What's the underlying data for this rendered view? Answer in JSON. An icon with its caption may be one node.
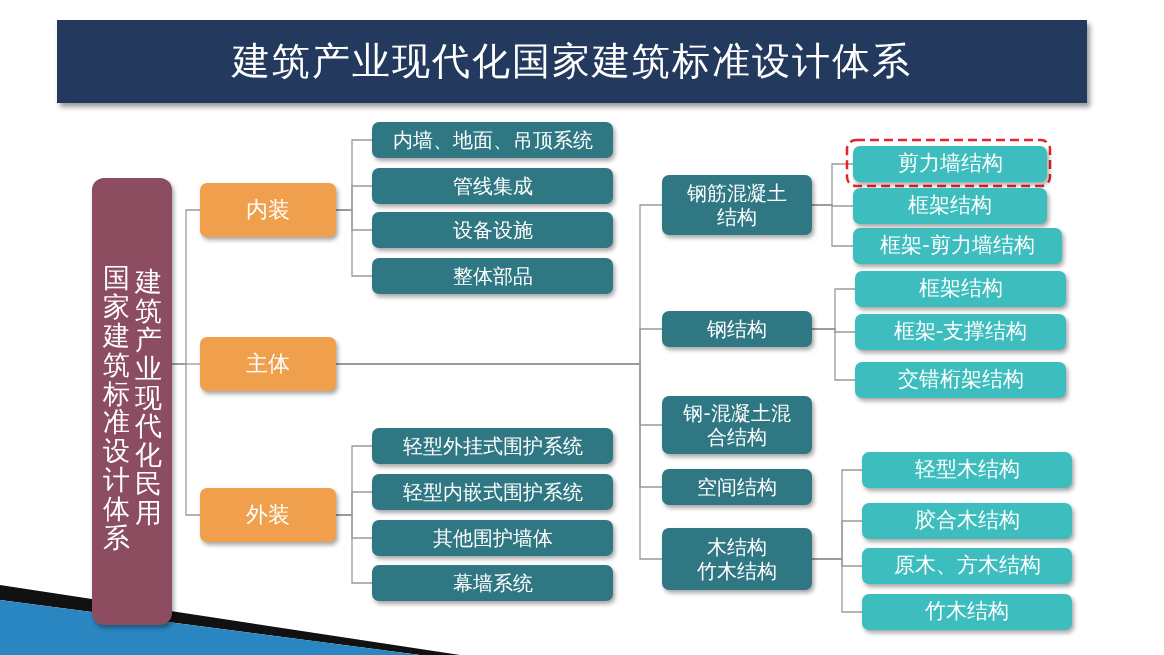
{
  "diagram": {
    "title": "建筑产业现代化国家建筑标准设计体系",
    "nodes": [
      {
        "text": [
          "国家建筑标准设计体系",
          "建筑产业现代化民用"
        ]
      },
      {
        "text": [
          "内装"
        ]
      },
      {
        "text": [
          "主体"
        ]
      },
      {
        "text": [
          "外装"
        ]
      },
      {
        "text": [
          "内墙、地面、吊顶系统"
        ]
      },
      {
        "text": [
          "管线集成"
        ]
      },
      {
        "text": [
          "设备设施"
        ]
      },
      {
        "text": [
          "整体部品"
        ]
      },
      {
        "text": [
          "轻型外挂式围护系统"
        ]
      },
      {
        "text": [
          "轻型内嵌式围护系统"
        ]
      },
      {
        "text": [
          "其他围护墙体"
        ]
      },
      {
        "text": [
          "幕墙系统"
        ]
      },
      {
        "text": [
          "钢筋混凝土结构"
        ]
      },
      {
        "text": [
          "钢结构"
        ]
      },
      {
        "text": [
          "钢-混凝土混合结构"
        ]
      },
      {
        "text": [
          "空间结构"
        ]
      },
      {
        "text": [
          "木结构",
          "竹木结构"
        ]
      },
      {
        "text": [
          "剪力墙结构"
        ]
      },
      {
        "text": [
          "框架结构"
        ]
      },
      {
        "text": [
          "框架-剪力墙结构"
        ]
      },
      {
        "text": [
          "框架结构"
        ]
      },
      {
        "text": [
          "框架-支撑结构"
        ]
      },
      {
        "text": [
          "交错桁架结构"
        ]
      },
      {
        "text": [
          "轻型木结构"
        ]
      },
      {
        "text": [
          "胶合木结构"
        ]
      },
      {
        "text": [
          "原木、方木结构"
        ]
      },
      {
        "text": [
          "竹木结构"
        ]
      }
    ],
    "edges": [
      {
        "from": 0,
        "to": 1,
        "arrow": "none"
      },
      {
        "from": 0,
        "to": 2,
        "arrow": "none"
      },
      {
        "from": 0,
        "to": 3,
        "arrow": "none"
      },
      {
        "from": 1,
        "to": 4,
        "arrow": "none"
      },
      {
        "from": 1,
        "to": 5,
        "arrow": "none"
      },
      {
        "from": 1,
        "to": 6,
        "arrow": "none"
      },
      {
        "from": 1,
        "to": 7,
        "arrow": "none"
      },
      {
        "from": 3,
        "to": 8,
        "arrow": "none"
      },
      {
        "from": 3,
        "to": 9,
        "arrow": "none"
      },
      {
        "from": 3,
        "to": 10,
        "arrow": "none"
      },
      {
        "from": 3,
        "to": 11,
        "arrow": "none"
      },
      {
        "from": 2,
        "to": 12,
        "arrow": "none"
      },
      {
        "from": 2,
        "to": 13,
        "arrow": "none"
      },
      {
        "from": 2,
        "to": 14,
        "arrow": "none"
      },
      {
        "from": 2,
        "to": 15,
        "arrow": "none"
      },
      {
        "from": 2,
        "to": 16,
        "arrow": "none"
      },
      {
        "from": 12,
        "to": 17,
        "arrow": "none"
      },
      {
        "from": 12,
        "to": 18,
        "arrow": "none"
      },
      {
        "from": 12,
        "to": 19,
        "arrow": "none"
      },
      {
        "from": 13,
        "to": 20,
        "arrow": "none"
      },
      {
        "from": 13,
        "to": 21,
        "arrow": "none"
      },
      {
        "from": 13,
        "to": 22,
        "arrow": "none"
      },
      {
        "from": 16,
        "to": 23,
        "arrow": "none"
      },
      {
        "from": 16,
        "to": 24,
        "arrow": "none"
      },
      {
        "from": 16,
        "to": 25,
        "arrow": "none"
      },
      {
        "from": 16,
        "to": 26,
        "arrow": "none"
      }
    ]
  }
}
